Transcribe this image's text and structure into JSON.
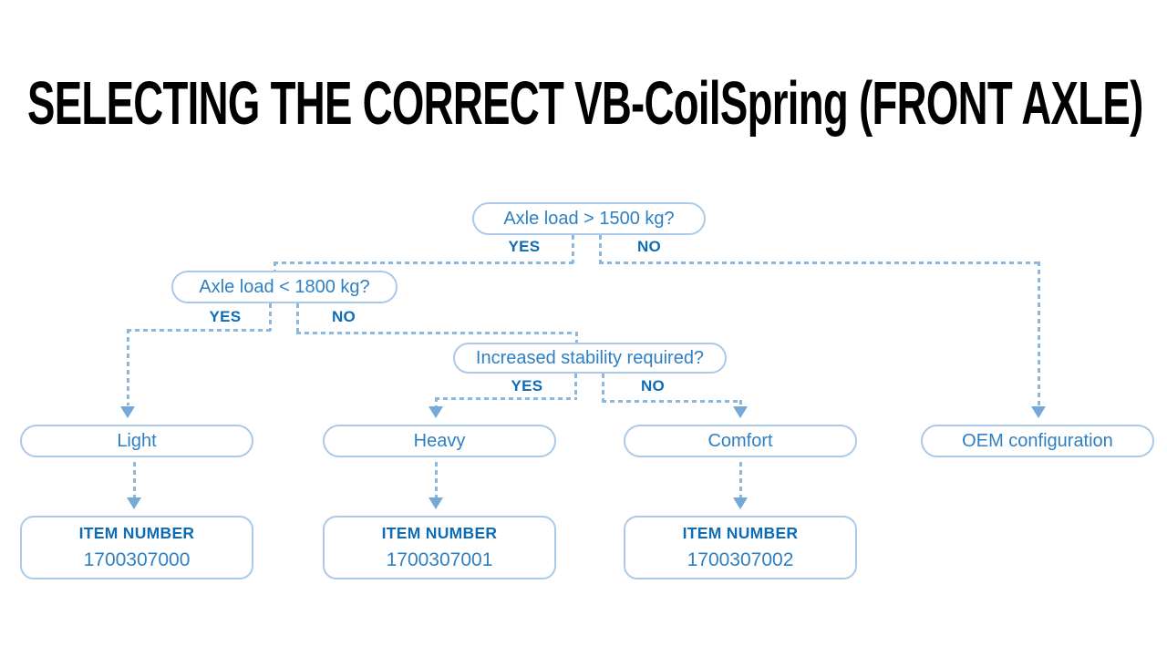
{
  "page": {
    "title": "SELECTING THE CORRECT VB-CoilSpring (FRONT AXLE)"
  },
  "colors": {
    "title-text": "#000000",
    "node-text": "#2e80c3",
    "bold-label": "#0d6cb5",
    "line": "#8cb8de",
    "arrow": "#74a9d8",
    "border": "#abc9e8",
    "bg": "#ffffff"
  },
  "flowchart": {
    "decisions": [
      {
        "question": "Axle load > 1500 kg?",
        "yes": "YES",
        "no": "NO"
      },
      {
        "question": "Axle load < 1800 kg?",
        "yes": "YES",
        "no": "NO"
      },
      {
        "question": "Increased stability required?",
        "yes": "YES",
        "no": "NO"
      }
    ],
    "outcomes": [
      {
        "label": "Light"
      },
      {
        "label": "Heavy"
      },
      {
        "label": "Comfort"
      },
      {
        "label": "OEM configuration"
      }
    ],
    "item_numbers": [
      {
        "heading": "ITEM NUMBER",
        "value": "1700307000"
      },
      {
        "heading": "ITEM NUMBER",
        "value": "1700307001"
      },
      {
        "heading": "ITEM NUMBER",
        "value": "1700307002"
      }
    ]
  }
}
